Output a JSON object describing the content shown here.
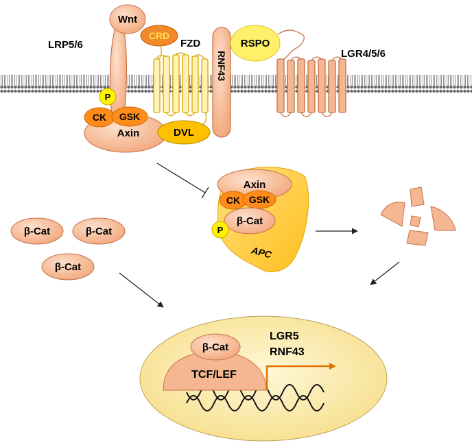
{
  "labels": {
    "wnt": "Wnt",
    "crd": "CRD",
    "fzd": "FZD",
    "lrp": "LRP5/6",
    "rnf43_receptor": "RNF43",
    "rspo": "RSPO",
    "lgr456": "LGR4/5/6",
    "phospho": "P",
    "ck": "CK",
    "gsk": "GSK",
    "axin": "Axin",
    "dvl": "DVL",
    "apc": "APC",
    "beta_cat": "β-Cat",
    "tcf_lef": "TCF/LEF",
    "target_lgr5": "LGR5",
    "target_rnf43": "RNF43"
  },
  "colors": {
    "salmon": "#f4b791",
    "salmon_dark": "#c77049",
    "orange": "#ff8c1a",
    "orange_dark": "#cc6a00",
    "yellow": "#ffd700",
    "gold": "#ffc000",
    "apc_yellow": "#ffcb3d",
    "fzd_fill": "#fff2b3",
    "fzd_stroke": "#d9a600",
    "lgr_fill": "#f4b791",
    "nucleus_fill": "#fdeaa8",
    "nucleus_stroke": "#b8a060",
    "arrow": "#222222",
    "transcription_arrow": "#e07000"
  }
}
